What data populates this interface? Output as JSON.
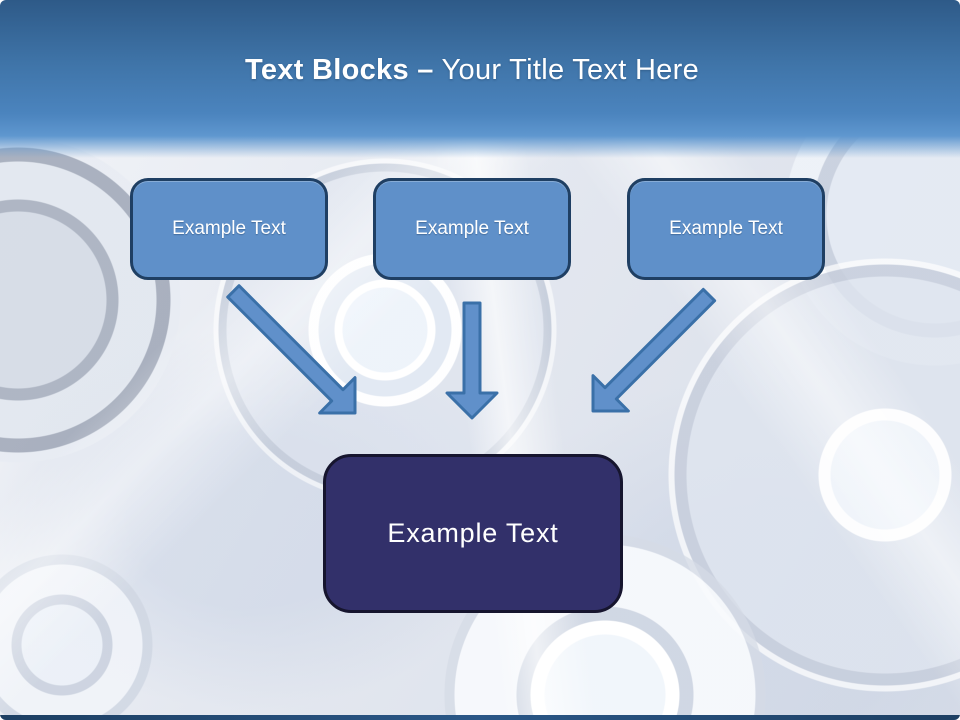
{
  "slide": {
    "title": {
      "bold": "Text Blocks –",
      "regular": "Your Title Text Here"
    },
    "blocks": [
      {
        "label": "Example Text"
      },
      {
        "label": "Example Text"
      },
      {
        "label": "Example Text"
      }
    ],
    "main_block": {
      "label": "Example Text"
    },
    "arrows": [
      {
        "name": "arrow-down-right-icon"
      },
      {
        "name": "arrow-down-icon"
      },
      {
        "name": "arrow-down-left-icon"
      }
    ],
    "colors": {
      "header_top": "#2e5a88",
      "header_bottom": "#5f97cf",
      "block_fill": "#5f90c9",
      "block_border": "#1f3f63",
      "arrow_fill": "#6090ca",
      "arrow_border": "#3a70a8",
      "main_block_fill": "#32306a",
      "main_block_border": "#16152e",
      "title_text": "#ffffff",
      "footer_bar": "#1d3f63"
    }
  }
}
